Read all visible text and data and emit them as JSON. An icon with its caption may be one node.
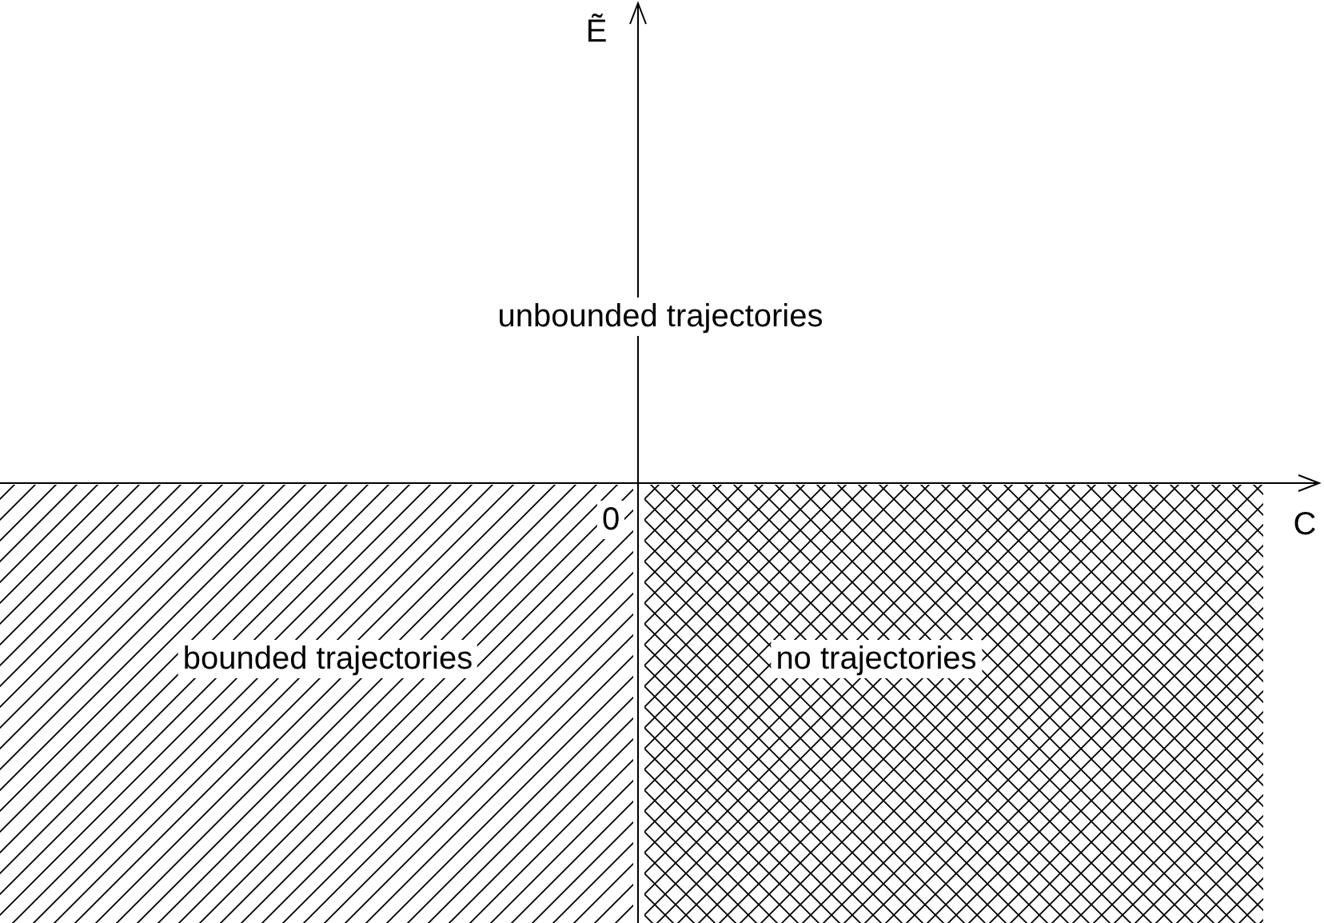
{
  "diagram": {
    "labels": [
      "Ẽ",
      "unbounded trajectories",
      "0",
      "C",
      "bounded trajectories",
      "no trajectories"
    ]
  }
}
